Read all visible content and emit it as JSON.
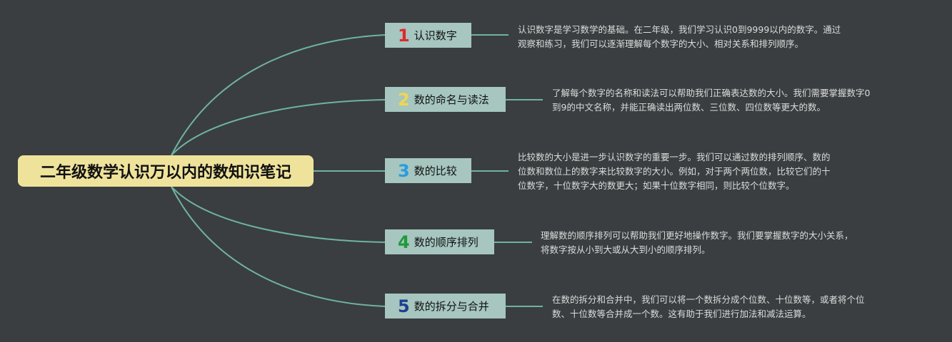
{
  "root": {
    "title": "二年级数学认识万以内的数知识笔记"
  },
  "colors": {
    "background": "#3a3e40",
    "root_fill": "#efe39c",
    "branch_fill": "#a6c6bf",
    "connector": "#6fb3a0",
    "text_light": "#dcdcdc"
  },
  "branches": [
    {
      "number": "1",
      "number_color": "#e0282e",
      "label": "认识数字",
      "description": [
        "认识数字是学习数学的基础。在二年级，我们学习认识0到9999以内的数字。通过",
        "观察和练习，我们可以逐渐理解每个数字的大小、相对关系和排列顺序。"
      ]
    },
    {
      "number": "2",
      "number_color": "#f2d64b",
      "label": "数的命名与读法",
      "description": [
        "了解每个数字的名称和读法可以帮助我们正确表达数的大小。我们需要掌握数字0",
        "到9的中文名称，并能正确读出两位数、三位数、四位数等更大的数。"
      ]
    },
    {
      "number": "3",
      "number_color": "#2a9be0",
      "label": "数的比较",
      "description": [
        "比较数的大小是进一步认识数字的重要一步。我们可以通过数的排列顺序、数的",
        "位数和数位上的数字来比较数字的大小。例如，对于两个两位数，比较它们的十",
        "位数字，十位数字大的数更大；如果十位数字相同，则比较个位数字。"
      ]
    },
    {
      "number": "4",
      "number_color": "#1f9a3a",
      "label": "数的顺序排列",
      "description": [
        "理解数的顺序排列可以帮助我们更好地操作数字。我们要掌握数字的大小关系，",
        "将数字按从小到大或从大到小的顺序排列。"
      ]
    },
    {
      "number": "5",
      "number_color": "#1d3f8f",
      "label": "数的拆分与合并",
      "description": [
        "在数的拆分和合并中，我们可以将一个数拆分成个位数、十位数等，或者将个位",
        "数、十位数等合并成一个数。这有助于我们进行加法和减法运算。"
      ]
    }
  ]
}
